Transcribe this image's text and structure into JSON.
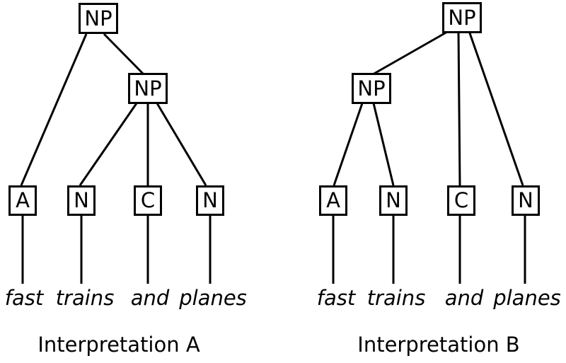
{
  "diagram": {
    "background_color": "#ffffff",
    "line_color": "#000000",
    "trees": [
      {
        "id": "A",
        "caption": "Interpretation A",
        "root_label": "NP",
        "inner_label": "NP",
        "leaves": [
          {
            "tag": "A",
            "word": "fast"
          },
          {
            "tag": "N",
            "word": "trains"
          },
          {
            "tag": "C",
            "word": "and"
          },
          {
            "tag": "N",
            "word": "planes"
          }
        ]
      },
      {
        "id": "B",
        "caption": "Interpretation B",
        "root_label": "NP",
        "inner_label": "NP",
        "leaves": [
          {
            "tag": "A",
            "word": "fast"
          },
          {
            "tag": "N",
            "word": "trains"
          },
          {
            "tag": "C",
            "word": "and"
          },
          {
            "tag": "N",
            "word": "planes"
          }
        ]
      }
    ]
  }
}
